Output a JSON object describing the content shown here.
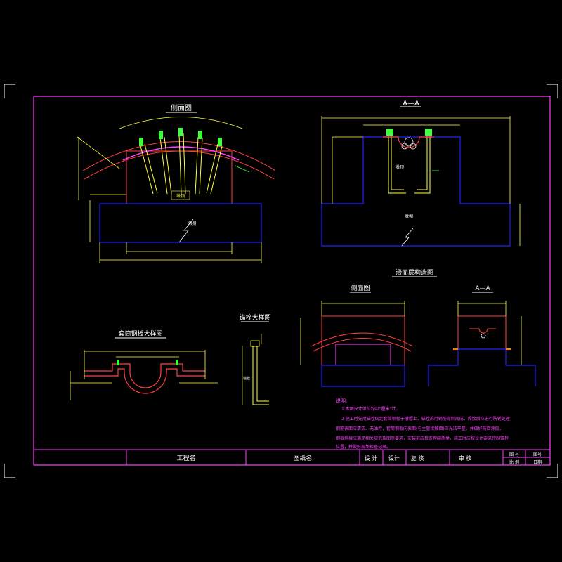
{
  "views": {
    "side_view_title": "侧面图",
    "section_aa_title": "A—A",
    "steel_plate_detail_title": "套筒钢板大样图",
    "anchor_bolt_detail_title": "锚栓大样图",
    "pad_structure_title": "滑面层构造图",
    "pad_side_title": "侧面图",
    "pad_section_title": "A—A"
  },
  "labels": {
    "pier_cap": "墩帽",
    "pier_body": "墩身",
    "pier_top": "墩顶",
    "bolt_label": "锚栓"
  },
  "notes": {
    "title": "说明:",
    "lines": [
      "1 本图尺寸单位均以\"厘米\"计。",
      "2 施工时先用锚栓固定套筒钢板于墩帽上，锚栓采用钢筋弯制而成，焊接后应进行防锈处理，",
      "钢筋表面应清洁、无油污，套筒钢板内表面(与主管接触面)应光洁平整，并做好防腐涂层，",
      "钢板焊接应满足相关规范及图示要求，安装前应检查焊缝质量，施工时应按设计要求控制锚栓",
      "位置，并做好现场检查记录。"
    ]
  },
  "title_block": {
    "project_name": "工程名",
    "drawing_name": "图纸名",
    "designed": "设 计",
    "drawn": "设计",
    "checked": "复 核",
    "approved": "审 核",
    "sheet_no": "图 号",
    "scale": "比 例",
    "drawing_no": "图号",
    "date": "日期"
  },
  "colors": {
    "background": "#000000",
    "frame": "#ff40ff",
    "outline": "#ffffff",
    "dimension": "#ffff40",
    "structure": "#2020ff",
    "pier": "#ff4040",
    "pipe": "#ff4040",
    "bolt": "#40ff40",
    "leader": "#40ffff"
  }
}
